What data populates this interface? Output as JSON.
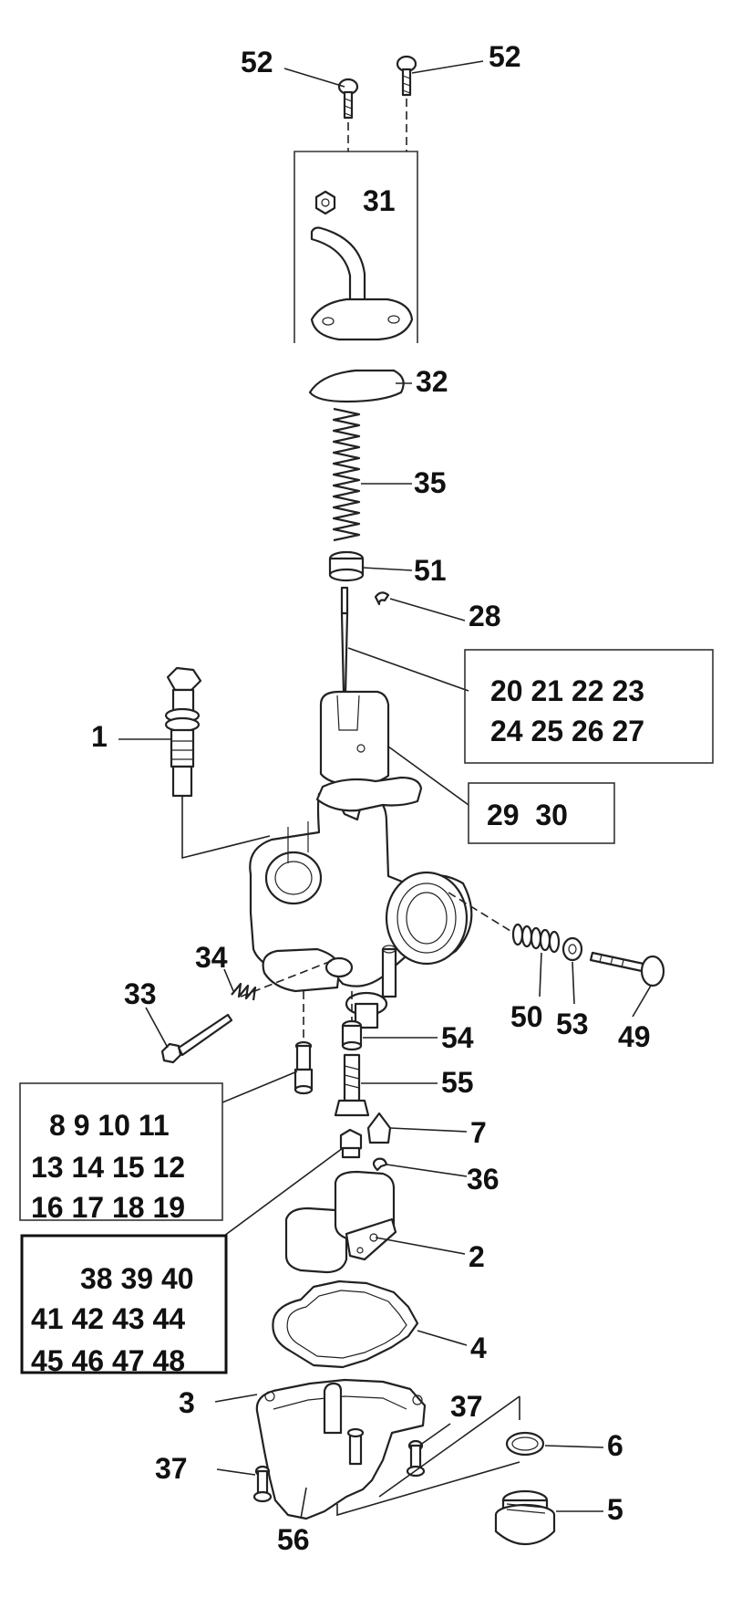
{
  "callouts": [
    "52",
    "52",
    "31",
    "32",
    "35",
    "51",
    "28",
    "1",
    "34",
    "33",
    "50",
    "53",
    "49",
    "54",
    "55",
    "7",
    "36",
    "2",
    "4",
    "3",
    "37",
    "37",
    "6",
    "5",
    "56"
  ],
  "groups": [
    [
      "20 21 22 23",
      "24 25 26 27"
    ],
    [
      "29  30"
    ],
    [
      "8 9 10 11",
      "13 14 15 12",
      "16 17 18 19"
    ],
    [
      "38 39 40",
      "41 42 43 44",
      "45 46 47 48"
    ]
  ]
}
